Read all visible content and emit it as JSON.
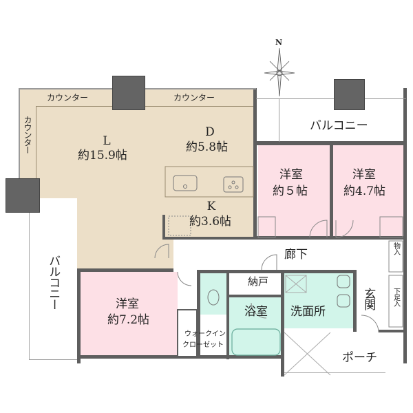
{
  "compass": {
    "label": "N"
  },
  "colors": {
    "living": "#ecdfc8",
    "bedroom": "#fde0e6",
    "wet_area": "#d2f5ea",
    "wall": "#5e5e5e",
    "column": "#646464"
  },
  "rooms": {
    "living": {
      "name": "L",
      "size": "約15.9帖"
    },
    "dining": {
      "name": "D",
      "size": "約5.8帖"
    },
    "kitchen": {
      "name": "K",
      "size": "約3.6帖"
    },
    "bedroom1": {
      "name": "洋室",
      "size": "約５帖"
    },
    "bedroom2": {
      "name": "洋室",
      "size": "約4.7帖"
    },
    "bedroom3": {
      "name": "洋室",
      "size": "約7.2帖"
    },
    "hallway": {
      "name": "廊下"
    },
    "storage": {
      "name": "納戸"
    },
    "bath": {
      "name": "浴室"
    },
    "washroom": {
      "name": "洗面所"
    },
    "entrance": {
      "name": "玄関"
    },
    "porch": {
      "name": "ポーチ"
    },
    "walkin_closet": {
      "line1": "ウォークイン",
      "line2": "クローゼット"
    },
    "balcony_top": {
      "name": "バルコニー"
    },
    "balcony_left": {
      "name": "バルコニー"
    },
    "shoe_storage": {
      "name": "下足入"
    },
    "closet_storage": {
      "name": "物入"
    }
  },
  "counters": {
    "top_left": "カウンター",
    "top_right": "カウンター",
    "left": "カウンター"
  }
}
